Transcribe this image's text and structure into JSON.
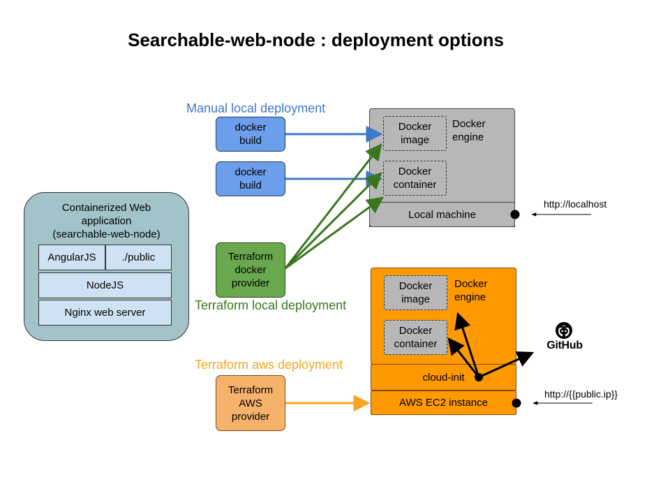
{
  "title": "Searchable-web-node : deployment options",
  "sections": {
    "manual": {
      "label": "Manual local deployment",
      "color": "#3d78c6"
    },
    "terraform_local": {
      "label": "Terraform local deployment",
      "color": "#38761d"
    },
    "terraform_aws": {
      "label": "Terraform aws deployment",
      "color": "#f6a623"
    }
  },
  "app": {
    "title": "Containerized Web\napplication\n(searchable-web-node)",
    "layers": {
      "angular": "AngularJS",
      "public": "./public",
      "nodejs": "NodeJS",
      "nginx": "Nginx web server"
    }
  },
  "buttons": {
    "docker_build_1": "docker\nbuild",
    "docker_build_2": "docker\nbuild",
    "terraform_docker": "Terraform\ndocker\nprovider",
    "terraform_aws": "Terraform\nAWS\nprovider"
  },
  "local_machine": {
    "engine_label": "Docker\nengine",
    "image": "Docker\nimage",
    "container": "Docker\ncontainer",
    "host": "Local machine",
    "url": "http://localhost"
  },
  "aws": {
    "engine_label": "Docker\nengine",
    "image": "Docker\nimage",
    "container": "Docker\ncontainer",
    "cloud_init": "cloud-init",
    "instance": "AWS EC2 instance",
    "url": "http://{{public.ip}}"
  },
  "github": {
    "label": "GitHub",
    "icon": "github-octocat-icon"
  },
  "colors": {
    "manual_arrow": "#3d78c6",
    "terraform_local_arrow": "#38761d",
    "terraform_aws_arrow": "#f6a623",
    "cloud_init_arrow": "#000000"
  }
}
